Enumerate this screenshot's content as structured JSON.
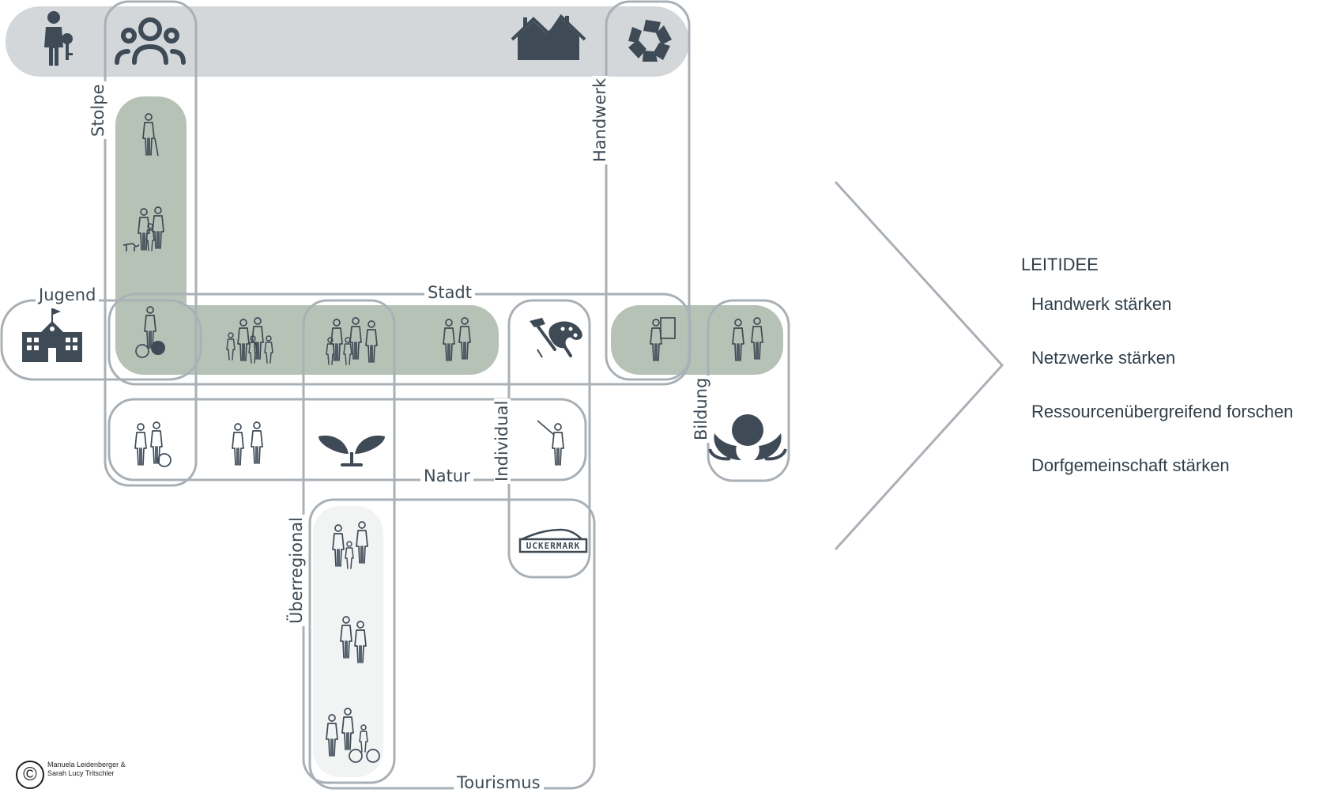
{
  "diagram": {
    "labels": {
      "stolpe": "Stolpe",
      "handwerk": "Handwerk",
      "jugend": "Jugend",
      "stadt": "Stadt",
      "natur": "Natur",
      "individual": "Individual",
      "bildung": "Bildung",
      "ueberregional": "Überregional",
      "tourismus": "Tourismus"
    },
    "logo_text": "UCKERMARK",
    "icons": {
      "top_bar": [
        "person-with-key-icon",
        "community-group-icon",
        "houses-icon",
        "puzzle-ring-icon"
      ],
      "stolpe_column": [
        "elderly-person-icon",
        "family-with-dog-icon",
        "cyclist-icon"
      ],
      "stadt_row": [
        "school-building-icon",
        "family-group-icon",
        "large-family-icon",
        "couple-icon",
        "craftsman-icon",
        "elderly-couple-icon"
      ],
      "natur_row": [
        "family-with-stroller-icon",
        "couple-coats-icon",
        "sprout-icon",
        "guide-pointing-icon"
      ],
      "individual_column": [
        "art-tools-icon",
        "uckermark-logo-icon"
      ],
      "bildung_column": [
        "lotus-hands-icon"
      ],
      "ueberregional_column": [
        "family-walking-icon",
        "couple-walking-icon",
        "family-bicycle-icon"
      ]
    },
    "colors": {
      "outline": "#a9b0b6",
      "band": "#d3d7da",
      "green": "#b7c2b6",
      "icon": "#3e4b57"
    }
  },
  "panel": {
    "title": "LEITIDEE",
    "items": [
      "Handwerk stärken",
      "Netzwerke stärken",
      "Ressourcenübergreifend forschen",
      "Dorfgemeinschaft stärken"
    ]
  },
  "copyright": {
    "symbol": "©",
    "line1": "Manuela Leidenberger &",
    "line2": "Sarah Lucy Tritschler"
  }
}
